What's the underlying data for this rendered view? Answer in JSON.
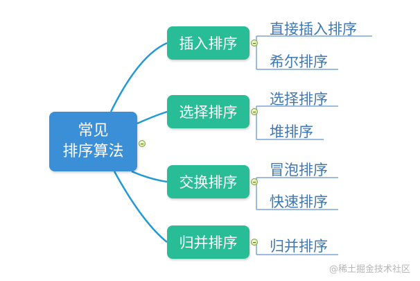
{
  "root": {
    "line1": "常见",
    "line2": "排序算法"
  },
  "categories": [
    {
      "label": "插入排序",
      "children": [
        "直接插入排序",
        "希尔排序"
      ]
    },
    {
      "label": "选择排序",
      "children": [
        "选择排序",
        "堆排序"
      ]
    },
    {
      "label": "交换排序",
      "children": [
        "冒泡排序",
        "快速排序"
      ]
    },
    {
      "label": "归并排序",
      "children": [
        "归并排序"
      ]
    }
  ],
  "watermark": "@稀土掘金技术社区",
  "colors": {
    "root_fill": "#3a8fd6",
    "category_fill": "#28bd97",
    "connector": "#1f9ad6",
    "leaf_text": "#3d78b5",
    "leaf_line": "#7aa6d6"
  }
}
